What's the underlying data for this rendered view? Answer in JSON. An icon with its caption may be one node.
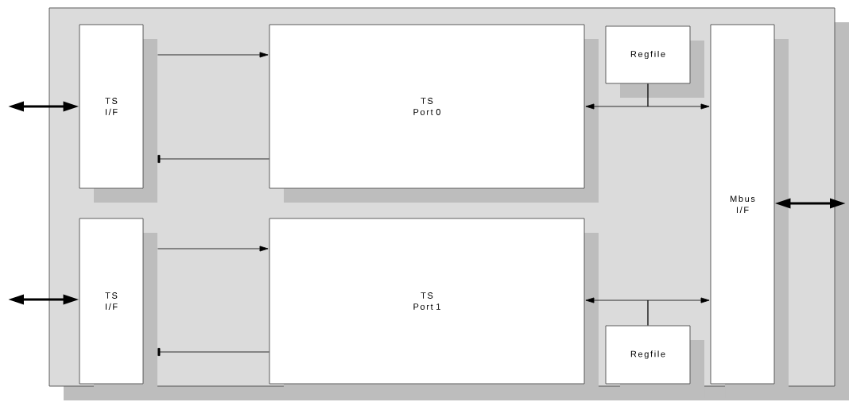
{
  "diagram": {
    "nodes": [
      {
        "text": [],
        "shape": "box"
      },
      {
        "text": [
          "TS I/F"
        ],
        "in": 0
      },
      {
        "text": [
          "TS Port 0"
        ],
        "in": 0
      },
      {
        "text": [
          "Regfile"
        ],
        "in": 0
      },
      {
        "text": [
          "Mbus I/F"
        ],
        "in": 0
      },
      {
        "text": [
          "TS I/F"
        ],
        "in": 0
      },
      {
        "text": [
          "TS Port 1"
        ],
        "in": 0
      },
      {
        "text": [
          "Regfile"
        ],
        "in": 0
      }
    ],
    "edges": [
      {
        "from": null,
        "to": 1,
        "arrow": "both",
        "style": "thick"
      },
      {
        "from": 1,
        "to": 2,
        "arrow": "to"
      },
      {
        "from": 2,
        "to": 1,
        "arrow": "other"
      },
      {
        "from": 3,
        "to": 2,
        "arrow": "to"
      },
      {
        "from": 3,
        "to": 4,
        "arrow": "to"
      },
      {
        "from": 4,
        "to": null,
        "arrow": "both",
        "style": "thick"
      },
      {
        "from": null,
        "to": 5,
        "arrow": "both",
        "style": "thick"
      },
      {
        "from": 5,
        "to": 6,
        "arrow": "to"
      },
      {
        "from": 6,
        "to": 5,
        "arrow": "other"
      },
      {
        "from": 7,
        "to": 6,
        "arrow": "to"
      },
      {
        "from": 7,
        "to": 4,
        "arrow": "to"
      }
    ]
  }
}
